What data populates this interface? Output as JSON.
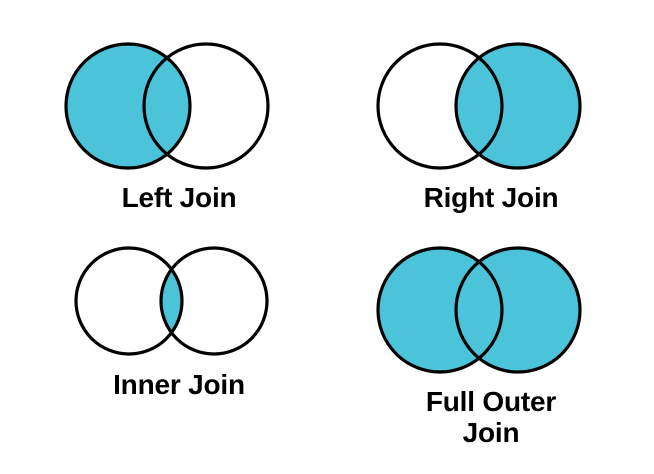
{
  "page": {
    "title": "SQL Join Types Venn Diagram",
    "background_color": "#FFFFFF",
    "fill_color": "#4BC4D9",
    "stroke_color": "#000000",
    "text_color": "#000000"
  },
  "diagrams": [
    {
      "id": "left-join",
      "label": "Left Join",
      "caption_lines": "Left Join",
      "filled_regions": "left-circle-only-and-intersection",
      "left_circle": {
        "fill": "#4BC4D9",
        "stroke": "#000000"
      },
      "right_circle": {
        "fill": "#FFFFFF",
        "stroke": "#000000"
      },
      "intersection": {
        "fill": "#4BC4D9"
      }
    },
    {
      "id": "right-join",
      "label": "Right Join",
      "caption_lines": "Right Join",
      "filled_regions": "right-circle-only-and-intersection",
      "left_circle": {
        "fill": "#FFFFFF",
        "stroke": "#000000"
      },
      "right_circle": {
        "fill": "#4BC4D9",
        "stroke": "#000000"
      },
      "intersection": {
        "fill": "#4BC4D9"
      }
    },
    {
      "id": "inner-join",
      "label": "Inner Join",
      "caption_lines": "Inner Join",
      "filled_regions": "intersection-only",
      "left_circle": {
        "fill": "#FFFFFF",
        "stroke": "#000000"
      },
      "right_circle": {
        "fill": "#FFFFFF",
        "stroke": "#000000"
      },
      "intersection": {
        "fill": "#4BC4D9"
      }
    },
    {
      "id": "full-outer-join",
      "label": "Full Outer Join",
      "caption_lines": "Full Outer\nJoin",
      "filled_regions": "both-circles-and-intersection",
      "left_circle": {
        "fill": "#4BC4D9",
        "stroke": "#000000"
      },
      "right_circle": {
        "fill": "#4BC4D9",
        "stroke": "#000000"
      },
      "intersection": {
        "fill": "#4BC4D9"
      }
    }
  ]
}
